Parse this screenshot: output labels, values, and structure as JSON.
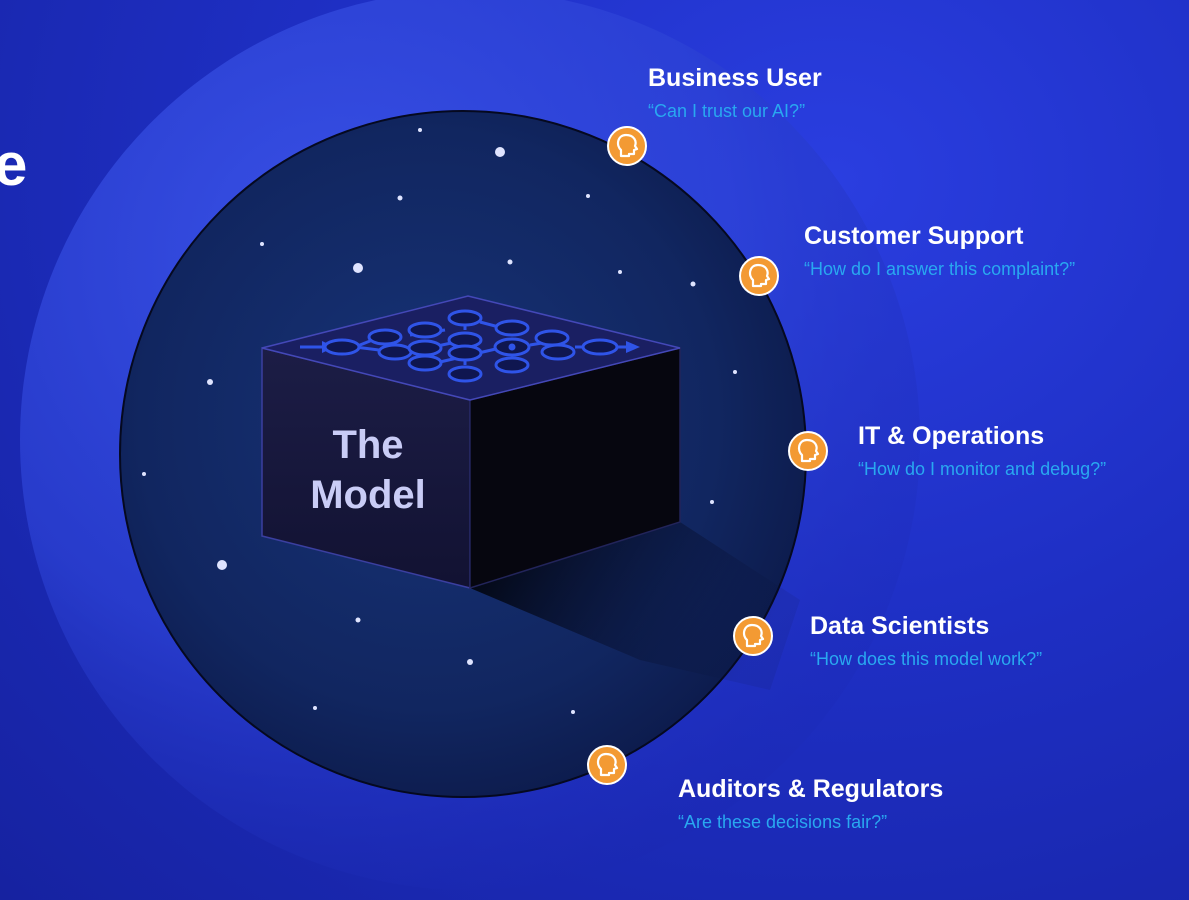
{
  "slide": {
    "cut_title_fragment": "e",
    "model_label_line1": "The",
    "model_label_line2": "Model"
  },
  "personas": [
    {
      "name": "Business User",
      "quote": "“Can I trust our AI?”",
      "icon": "person-head-icon"
    },
    {
      "name": "Customer Support",
      "quote": "“How do I answer this complaint?”",
      "icon": "person-head-icon"
    },
    {
      "name": "IT & Operations",
      "quote": "“How do I monitor and debug?”",
      "icon": "person-head-icon"
    },
    {
      "name": "Data Scientists",
      "quote": "“How does this model work?”",
      "icon": "person-head-icon"
    },
    {
      "name": "Auditors & Regulators",
      "quote": "“Are these decisions fair?”",
      "icon": "person-head-icon"
    }
  ],
  "colors": {
    "background": "#1e2fc4",
    "inner_circle": "#0f2058",
    "icon_orange": "#f39a33",
    "quote_blue": "#29a8f0",
    "network_blue": "#2f54e8"
  }
}
